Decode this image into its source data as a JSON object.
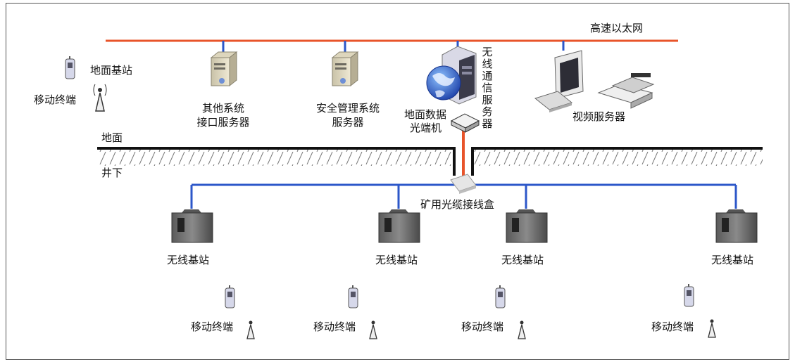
{
  "network": {
    "ethernet_label": "高速以太网",
    "ground_label": "地面",
    "underground_label": "井下",
    "splice_box_label": "矿用光缆接线盒"
  },
  "surface": {
    "base_station_label": "地面基站",
    "mobile_terminal_label": "移动终端",
    "other_system_server": {
      "line1": "其他系统",
      "line2": "接口服务器"
    },
    "safety_server": {
      "line1": "安全管理系统",
      "line2": "服务器"
    },
    "wireless_comm_server_label": "无线通信服务器",
    "optical_terminal": {
      "line1": "地面数据",
      "line2": "光端机"
    },
    "video_server_label": "视频服务器"
  },
  "underground": {
    "base_stations": [
      {
        "label": "无线基站"
      },
      {
        "label": "无线基站"
      },
      {
        "label": "无线基站"
      },
      {
        "label": "无线基站"
      }
    ],
    "terminals": [
      {
        "label": "移动终端"
      },
      {
        "label": "移动终端"
      },
      {
        "label": "移动终端"
      },
      {
        "label": "移动终端"
      }
    ]
  },
  "colors": {
    "ethernet": "#e8542a",
    "fiber": "#e8542a",
    "lan": "#2c57c9",
    "ground": "#111111"
  }
}
